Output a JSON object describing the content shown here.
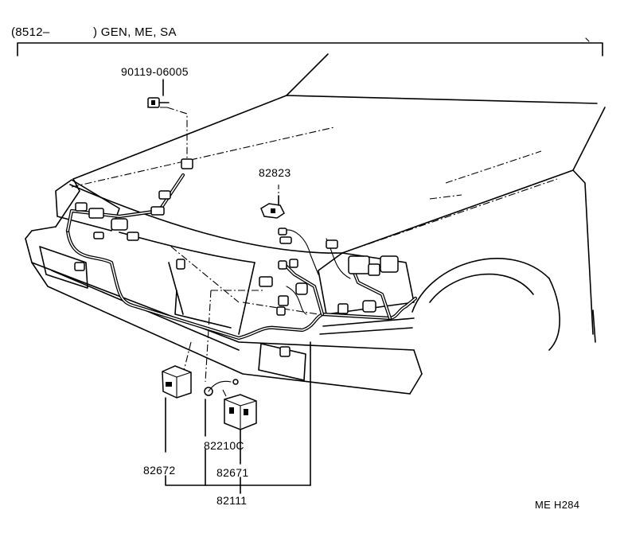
{
  "header": {
    "prefix": "(8512–",
    "suffix": ") GEN, ME, SA"
  },
  "parts": {
    "p90119": "90119-06005",
    "p82823": "82823",
    "p82210c": "82210C",
    "p82672": "82672",
    "p82671": "82671",
    "p82111": "82111"
  },
  "footer": {
    "code": "ME H284"
  }
}
